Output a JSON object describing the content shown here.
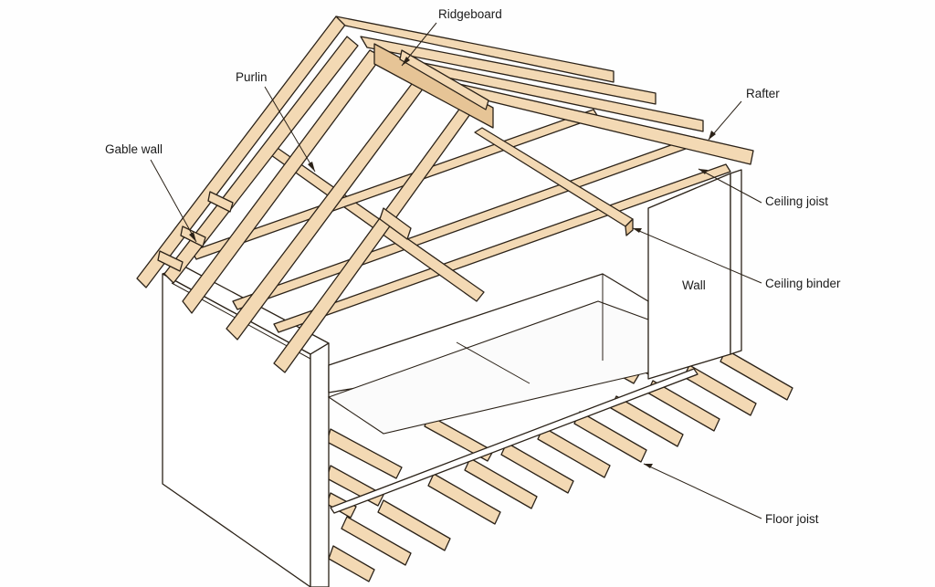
{
  "diagram": {
    "labels": {
      "ridgeboard": "Ridgeboard",
      "purlin": "Purlin",
      "gable_wall": "Gable wall",
      "rafter": "Rafter",
      "ceiling_joist": "Ceiling joist",
      "ceiling_binder": "Ceiling binder",
      "wall": "Wall",
      "floor_joist": "Floor joist"
    },
    "colors": {
      "timber": "#f3d9b4",
      "timber_shade": "#e6c496",
      "outline": "#2b2218",
      "wall": "#ffffff"
    }
  }
}
